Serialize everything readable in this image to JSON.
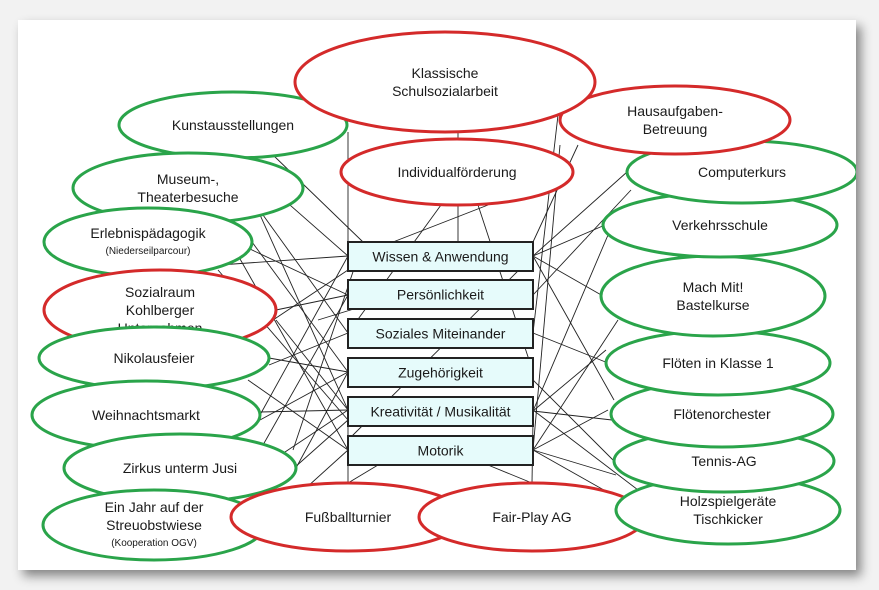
{
  "colors": {
    "green": "#2aa44a",
    "red": "#d42a2a",
    "center_fill": "#e6fbfb",
    "center_stroke": "#222222",
    "line": "#222222"
  },
  "center_boxes": [
    {
      "id": "wissen",
      "label": "Wissen & Anwendung"
    },
    {
      "id": "persoenlichkeit",
      "label": "Persönlichkeit"
    },
    {
      "id": "soziales",
      "label": "Soziales Miteinander"
    },
    {
      "id": "zugehoerigkeit",
      "label": "Zugehörigkeit"
    },
    {
      "id": "kreativitaet",
      "label": "Kreativität / Musikalität"
    },
    {
      "id": "motorik",
      "label": "Motorik"
    }
  ],
  "ellipses": [
    {
      "id": "kunst",
      "color": "green",
      "lines": [
        "Kunstausstellungen"
      ]
    },
    {
      "id": "museum",
      "color": "green",
      "lines": [
        "Museum-,",
        "Theaterbesuche"
      ]
    },
    {
      "id": "erlebnis",
      "color": "green",
      "lines": [
        "Erlebnispädagogik",
        "(Niederseilparcour)"
      ]
    },
    {
      "id": "sozialraum",
      "color": "red",
      "lines": [
        "Sozialraum",
        "Kohlberger",
        "Unternehmen"
      ]
    },
    {
      "id": "nikolaus",
      "color": "green",
      "lines": [
        "Nikolausfeier"
      ]
    },
    {
      "id": "weihnacht",
      "color": "green",
      "lines": [
        "Weihnachtsmarkt"
      ]
    },
    {
      "id": "zirkus",
      "color": "green",
      "lines": [
        "Zirkus unterm Jusi"
      ]
    },
    {
      "id": "streuobst",
      "color": "green",
      "lines": [
        "Ein Jahr auf der",
        "Streuobstwiese",
        "(Kooperation OGV)"
      ]
    },
    {
      "id": "fussball",
      "color": "red",
      "lines": [
        "Fußballturnier"
      ]
    },
    {
      "id": "fairplay",
      "color": "red",
      "lines": [
        "Fair-Play AG"
      ]
    },
    {
      "id": "holz",
      "color": "green",
      "lines": [
        "Holzspielgeräte",
        "Tischkicker"
      ]
    },
    {
      "id": "tennis",
      "color": "green",
      "lines": [
        "Tennis-AG"
      ]
    },
    {
      "id": "floetenorch",
      "color": "green",
      "lines": [
        "Flötenorchester"
      ]
    },
    {
      "id": "floeten1",
      "color": "green",
      "lines": [
        "Flöten in Klasse 1"
      ]
    },
    {
      "id": "machmit",
      "color": "green",
      "lines": [
        "Mach Mit!",
        "Bastelkurse"
      ]
    },
    {
      "id": "verkehr",
      "color": "green",
      "lines": [
        "Verkehrsschule"
      ]
    },
    {
      "id": "computer",
      "color": "green",
      "lines": [
        "Computerkurs"
      ]
    },
    {
      "id": "hausaufgaben",
      "color": "red",
      "lines": [
        "Hausaufgaben-",
        "Betreuung"
      ]
    },
    {
      "id": "klassisch",
      "color": "red",
      "lines": [
        "Klassische",
        "Schulsozialarbeit"
      ]
    },
    {
      "id": "individual",
      "color": "red",
      "lines": [
        "Individualförderung"
      ]
    }
  ]
}
